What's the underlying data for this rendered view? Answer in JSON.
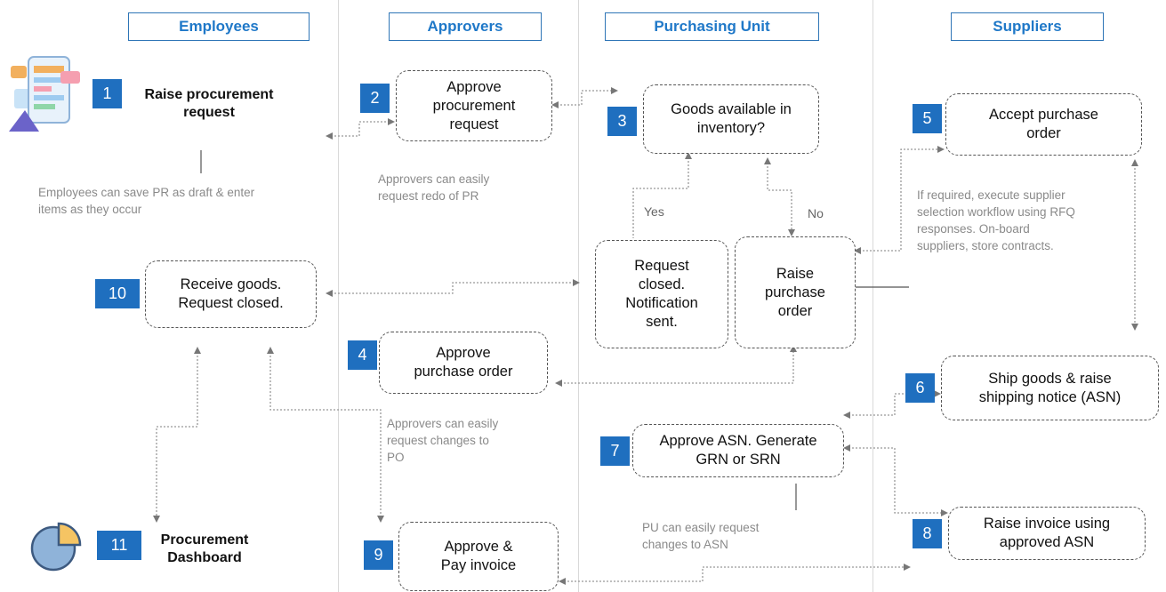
{
  "lanes": {
    "employees": "Employees",
    "approvers": "Approvers",
    "purchasing_unit": "Purchasing Unit",
    "suppliers": "Suppliers"
  },
  "steps": {
    "s1": {
      "num": "1",
      "label": "Raise procurement\nrequest"
    },
    "s2": {
      "num": "2",
      "label": "Approve\nprocurement\nrequest"
    },
    "s3": {
      "num": "3",
      "label": "Goods available in\ninventory?"
    },
    "s3_closed": {
      "label": "Request\nclosed.\nNotification\nsent."
    },
    "s3_raise_po": {
      "label": "Raise\npurchase\norder"
    },
    "s4": {
      "num": "4",
      "label": "Approve\npurchase order"
    },
    "s5": {
      "num": "5",
      "label": "Accept purchase\norder"
    },
    "s6": {
      "num": "6",
      "label": "Ship goods & raise\nshipping notice (ASN)"
    },
    "s7": {
      "num": "7",
      "label": "Approve ASN. Generate\nGRN or SRN"
    },
    "s8": {
      "num": "8",
      "label": "Raise invoice using\napproved ASN"
    },
    "s9": {
      "num": "9",
      "label": "Approve &\nPay invoice"
    },
    "s10": {
      "num": "10",
      "label": "Receive goods.\nRequest closed."
    },
    "s11": {
      "num": "11",
      "label": "Procurement\nDashboard"
    }
  },
  "branches": {
    "yes": "Yes",
    "no": "No"
  },
  "notes": {
    "employees": "Employees can save PR as draft & enter\nitems as they occur",
    "approvers_pr": "Approvers can easily\nrequest redo of PR",
    "approvers_po": "Approvers  can easily\nrequest changes to\nPO",
    "suppliers": "If required, execute supplier\nselection workflow using RFQ\nresponses. On-board\nsuppliers, store contracts.",
    "pu_asn": "PU can easily request\nchanges to ASN"
  },
  "icons": {
    "app": "mobile-form-icon",
    "dashboard": "pie-chart-icon"
  },
  "colors": {
    "accent": "#1f6fbf",
    "header_text": "#1f78c8",
    "note_text": "#8a8a8a"
  }
}
